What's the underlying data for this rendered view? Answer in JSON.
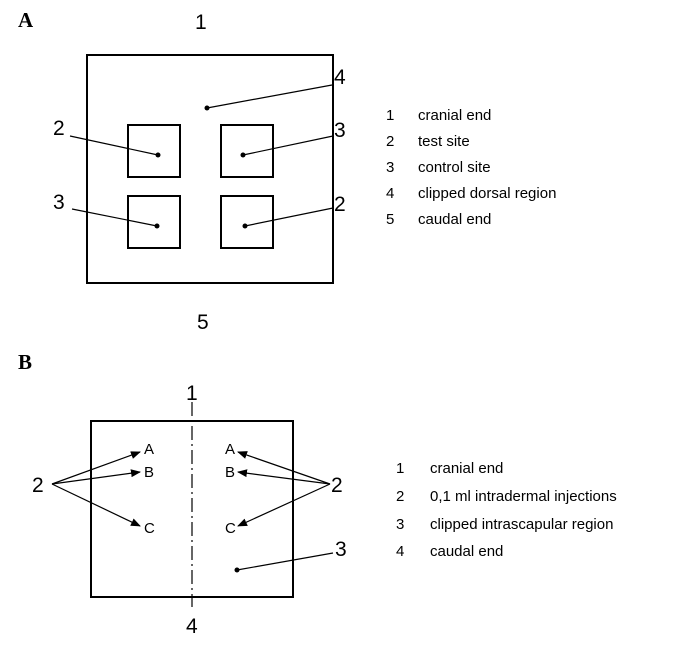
{
  "panel_a": {
    "label": "A",
    "callouts": {
      "top": "1",
      "left_upper": "2",
      "right_upper": "3",
      "left_lower": "3",
      "right_lower": "2",
      "center": "4",
      "bottom": "5"
    },
    "legend": [
      {
        "num": "1",
        "text": "cranial end"
      },
      {
        "num": "2",
        "text": "test site"
      },
      {
        "num": "3",
        "text": "control site"
      },
      {
        "num": "4",
        "text": "clipped dorsal region"
      },
      {
        "num": "5",
        "text": "caudal end"
      }
    ]
  },
  "panel_b": {
    "label": "B",
    "callouts": {
      "top": "1",
      "left": "2",
      "right": "2",
      "region": "3",
      "bottom": "4"
    },
    "sites_left": [
      "A",
      "B",
      "C"
    ],
    "sites_right": [
      "A",
      "B",
      "C"
    ],
    "legend": [
      {
        "num": "1",
        "text": "cranial end"
      },
      {
        "num": "2",
        "text": "0,1 ml intradermal injections"
      },
      {
        "num": "3",
        "text": "clipped intrascapular region"
      },
      {
        "num": "4",
        "text": "caudal end"
      }
    ]
  }
}
